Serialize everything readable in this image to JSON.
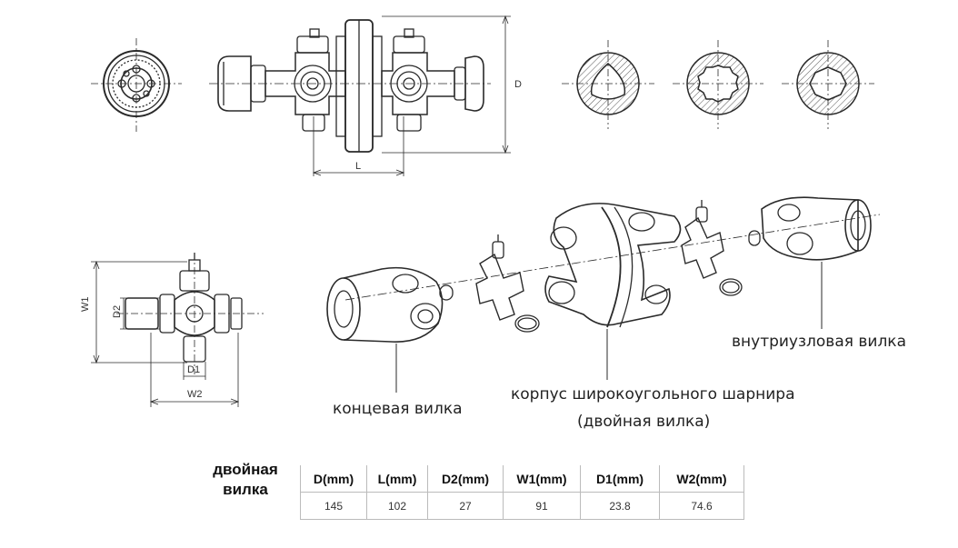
{
  "callouts": {
    "inner_yoke": "внутриузловая вилка",
    "housing_line1": "корпус широкоугольного шарнира",
    "housing_line2": "(двойная вилка)",
    "end_yoke": "концевая вилка"
  },
  "dimensions": {
    "d": "D",
    "l": "L",
    "w1": "W1",
    "d2": "D2",
    "d1": "D1",
    "w2": "W2"
  },
  "table": {
    "title_line1": "двойная",
    "title_line2": "вилка",
    "headers": [
      "D(mm)",
      "L(mm)",
      "D2(mm)",
      "W1(mm)",
      "D1(mm)",
      "W2(mm)"
    ],
    "values": [
      "145",
      "102",
      "27",
      "91",
      "23.8",
      "74.6"
    ]
  }
}
